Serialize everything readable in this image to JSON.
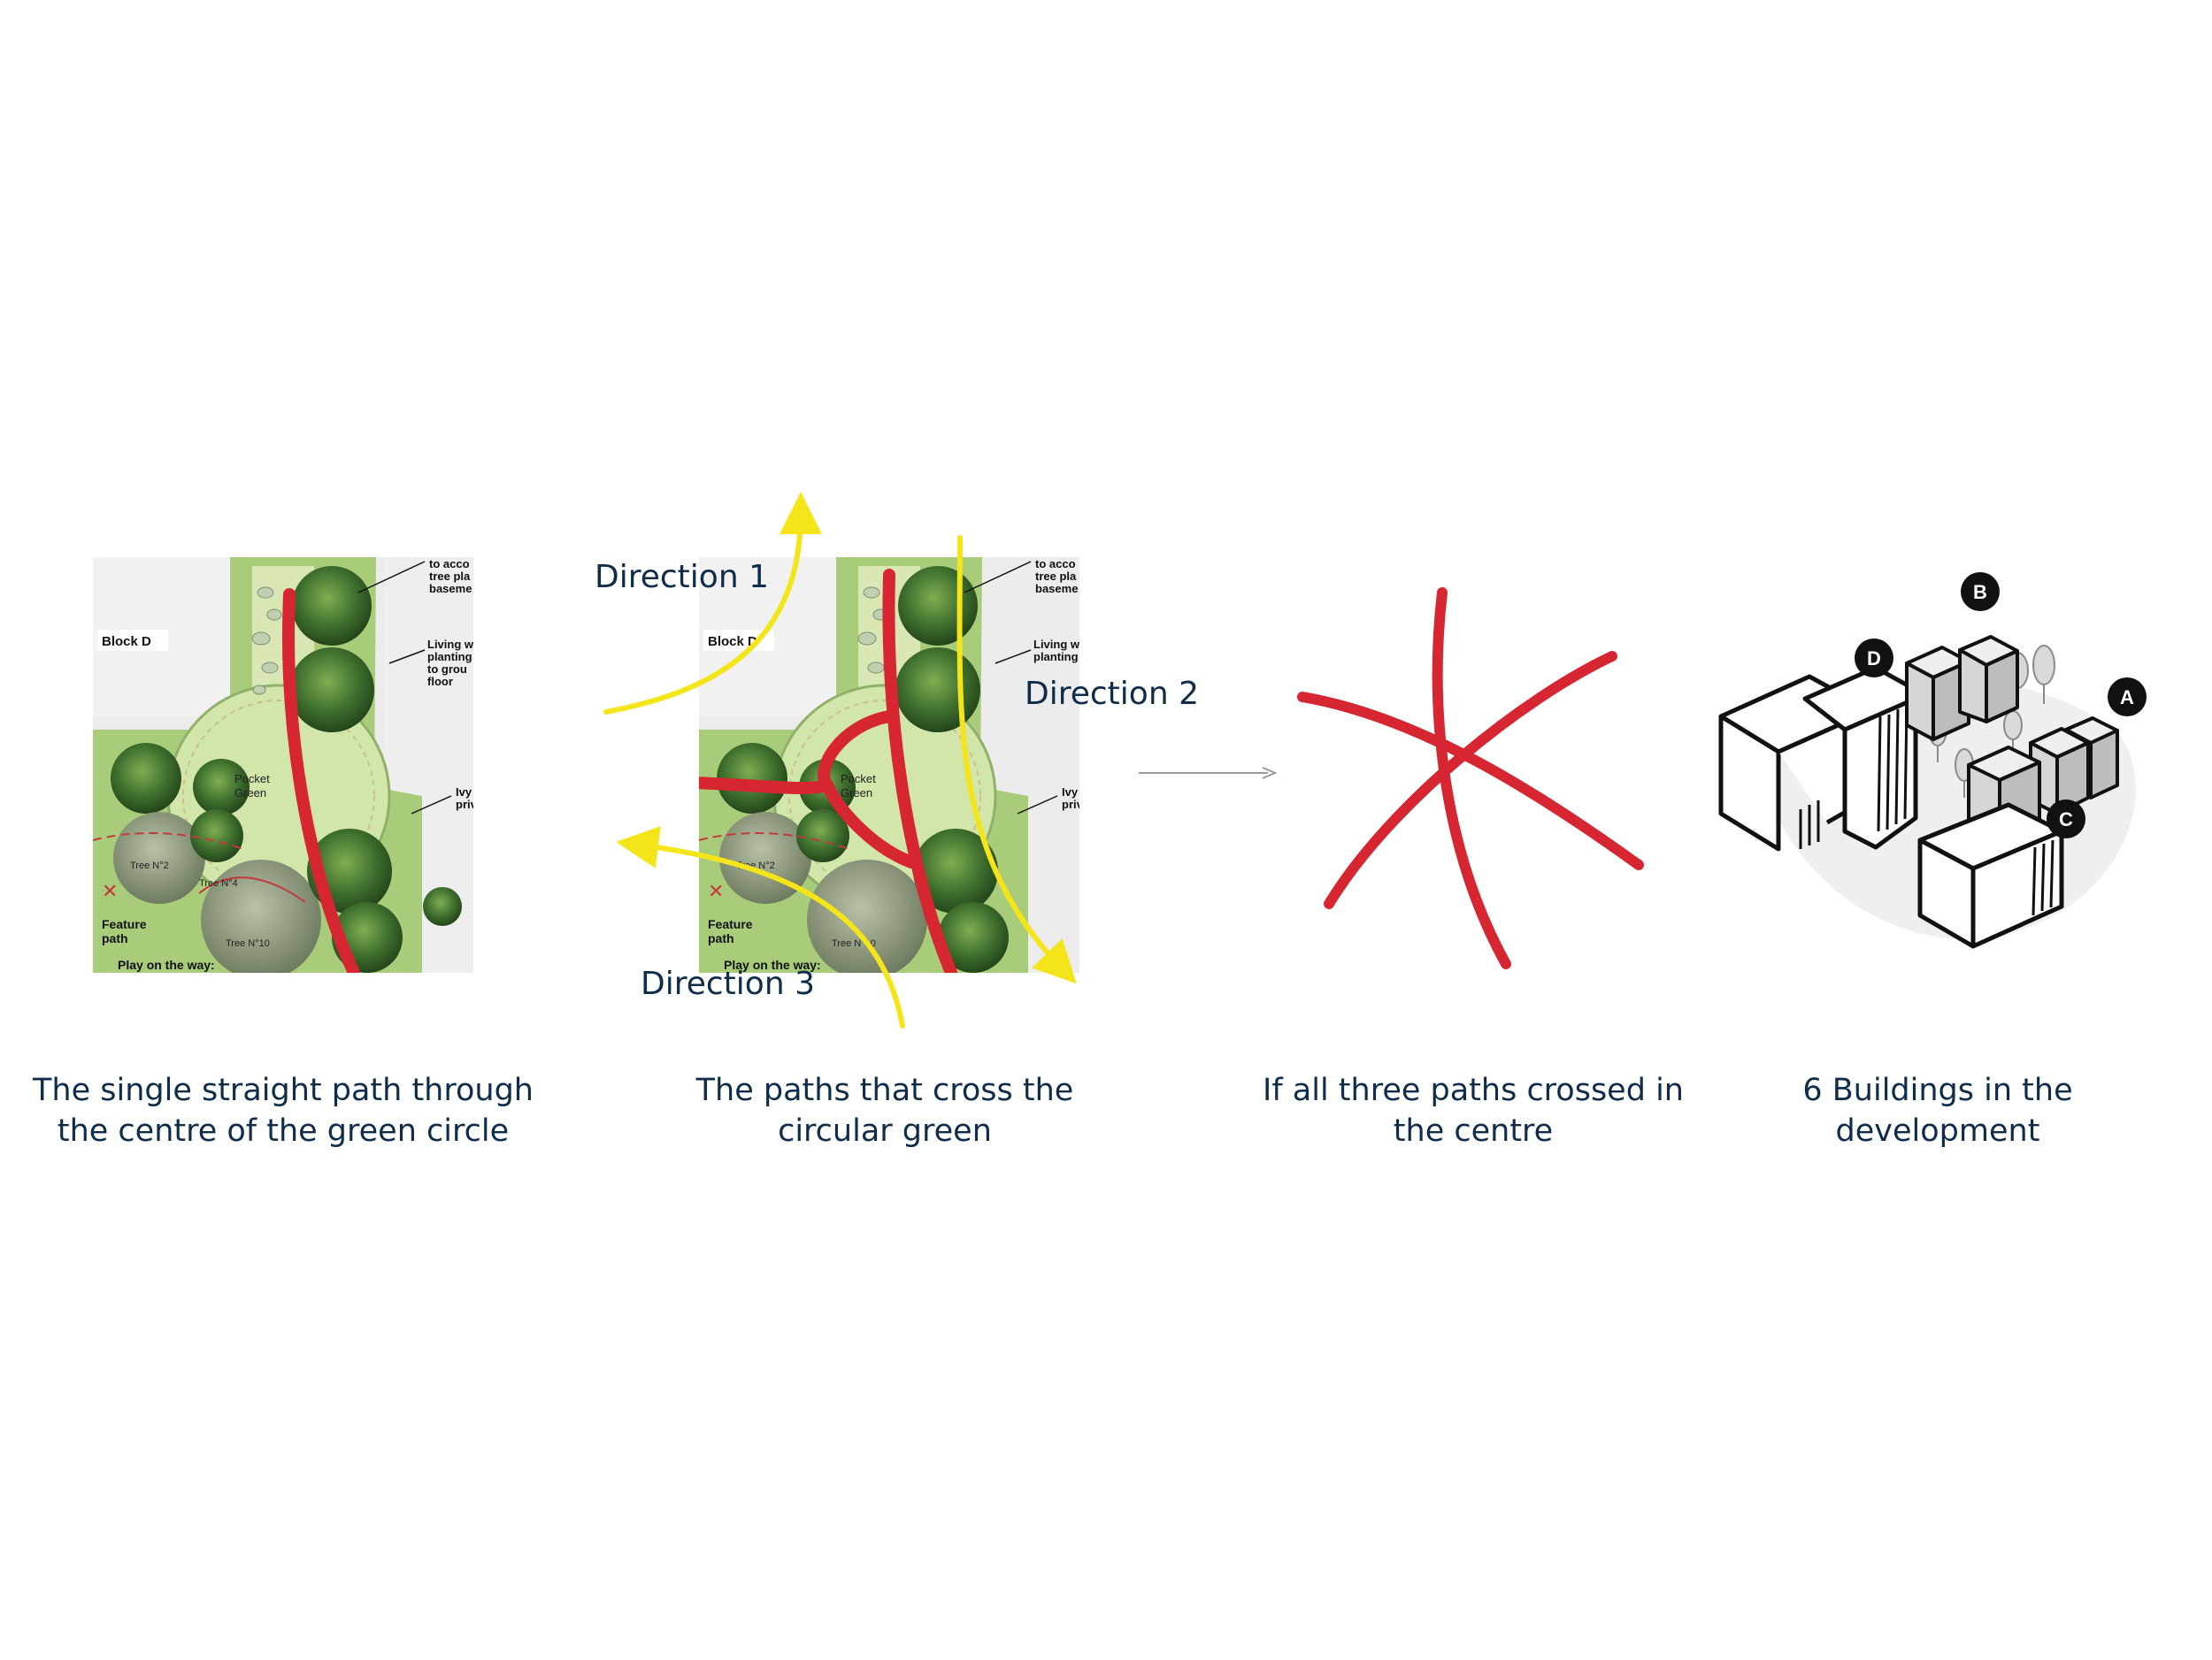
{
  "panels": [
    {
      "caption": "The single straight path through the centre of the green circle",
      "plan_labels": {
        "block": "Block D",
        "pocket_green_1": "Pocket",
        "pocket_green_2": "Green",
        "feature_1": "Feature",
        "feature_2": "path",
        "play": "Play on the way:",
        "note_tl_1": "to acco",
        "note_tl_2": "tree pla",
        "note_tl_3": "baseme",
        "living_1": "Living w",
        "living_2": "planting",
        "living_3": "to grou",
        "living_4": "floor",
        "ivy_1": "Ivy",
        "ivy_2": "priv",
        "tree_a": "Tree N°2",
        "tree_b": "Tree N°10",
        "tree_c": "Tree N°4"
      }
    },
    {
      "caption": "The paths that cross the circular green",
      "directions": [
        "Direction 1",
        "Direction 2",
        "Direction 3"
      ],
      "plan_labels": {
        "block": "Block D",
        "pocket_green_1": "Pocket",
        "pocket_green_2": "Green",
        "feature_1": "Feature",
        "feature_2": "path",
        "play": "Play on the way:",
        "note_tl_1": "to acco",
        "note_tl_2": "tree pla",
        "note_tl_3": "baseme",
        "living_1": "Living w",
        "living_2": "planting",
        "ivy_1": "Ivy",
        "ivy_2": "priv",
        "tree_a": "Tree N°2",
        "tree_b": "Tree N°10"
      }
    },
    {
      "caption": "If all three paths crossed in the centre"
    },
    {
      "caption": "6 Buildings in the development",
      "building_markers": [
        "A",
        "B",
        "C",
        "D"
      ]
    }
  ],
  "colors": {
    "path_red": "#d62631",
    "direction_yellow": "#f3e51a",
    "caption_navy": "#0f2d4a",
    "arrow_grey": "#9a9a9a",
    "green_dark": "#3f6f2e",
    "green_light": "#cfe3a6"
  }
}
